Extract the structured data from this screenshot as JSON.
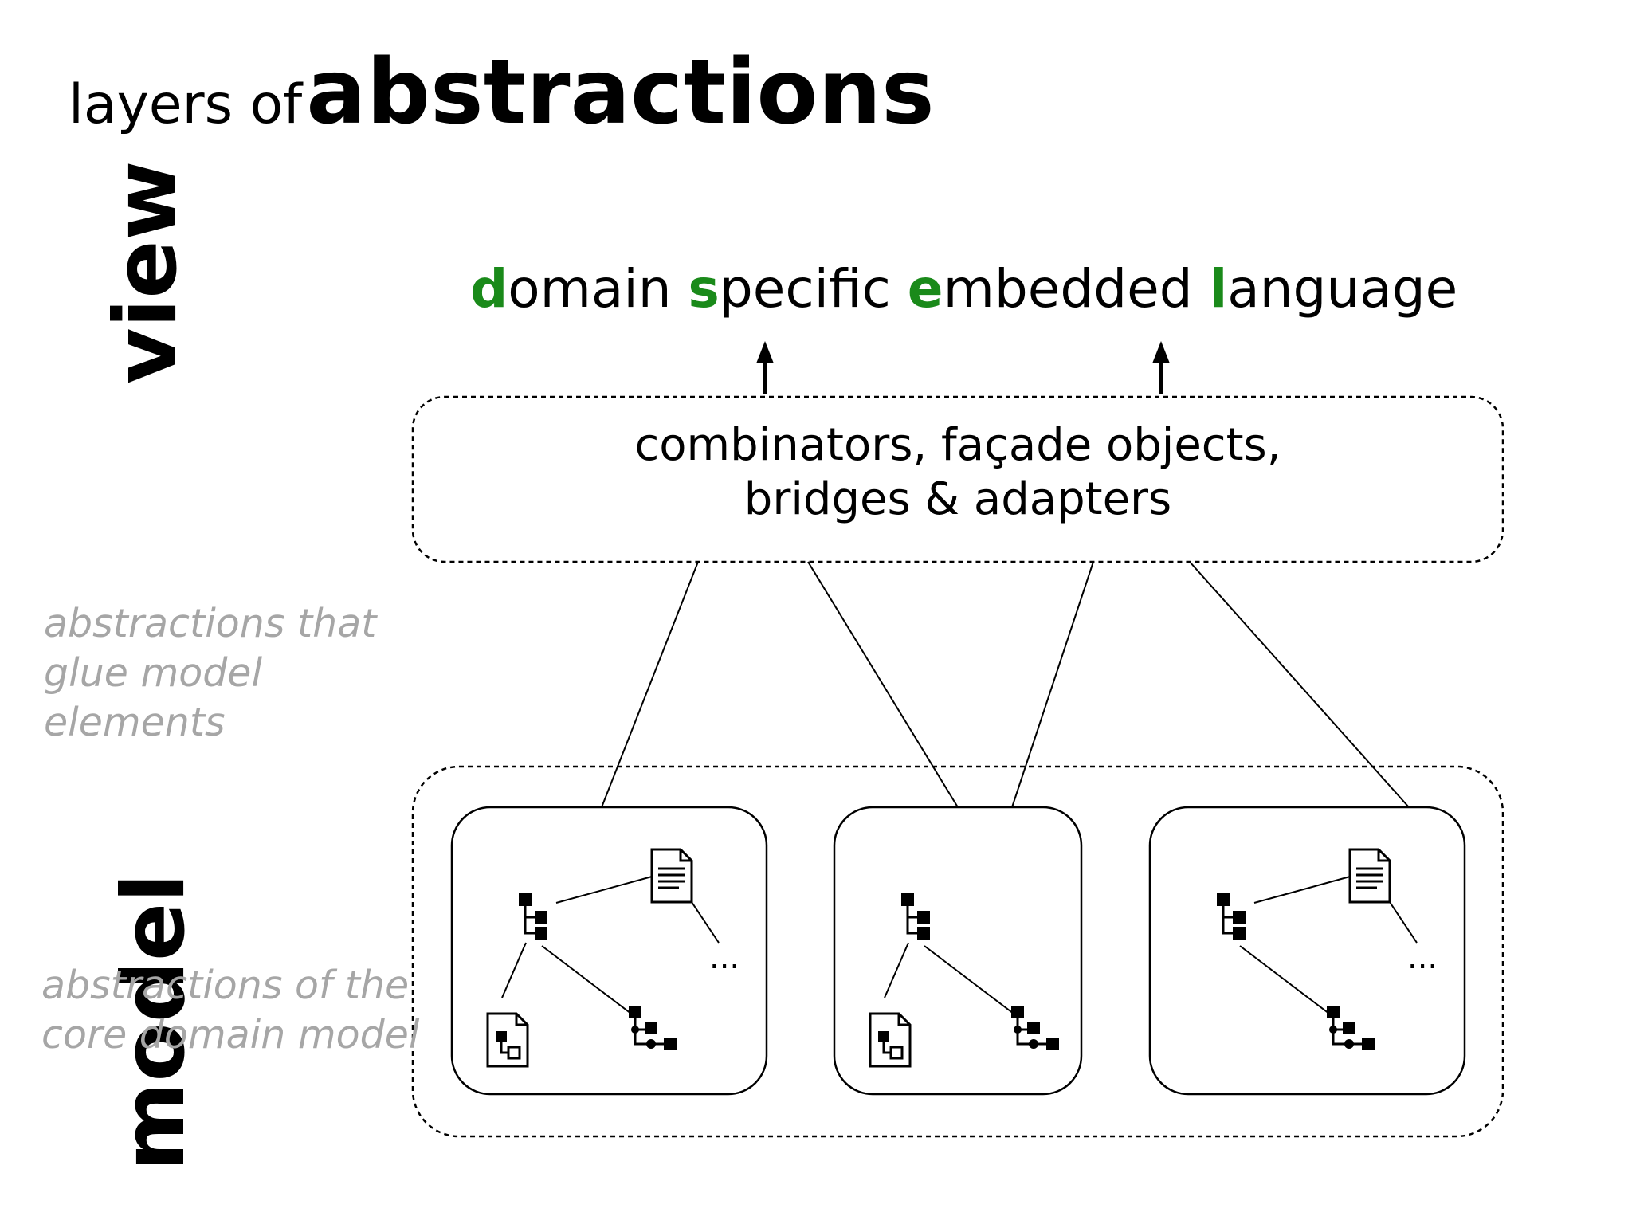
{
  "slide": {
    "title_prefix": "layers of",
    "title_main": "abstractions",
    "label_view": "view",
    "label_model": "model",
    "note_glue": "abstractions that glue model elements",
    "note_core": "abstractions of the core domain model"
  },
  "dsel": {
    "words": [
      {
        "initial": "d",
        "rest": "omain"
      },
      {
        "initial": "s",
        "rest": "pecific"
      },
      {
        "initial": "e",
        "rest": "mbedded"
      },
      {
        "initial": "l",
        "rest": "anguage"
      }
    ]
  },
  "combinators": {
    "line1": "combinators, façade objects,",
    "line2": "bridges & adapters"
  },
  "model_boxes": [
    {
      "ellipsis": "..."
    },
    {
      "ellipsis": ""
    },
    {
      "ellipsis": "..."
    }
  ],
  "colors": {
    "accent_green": "#1a8a1a",
    "note_gray": "#a6a6a6"
  }
}
